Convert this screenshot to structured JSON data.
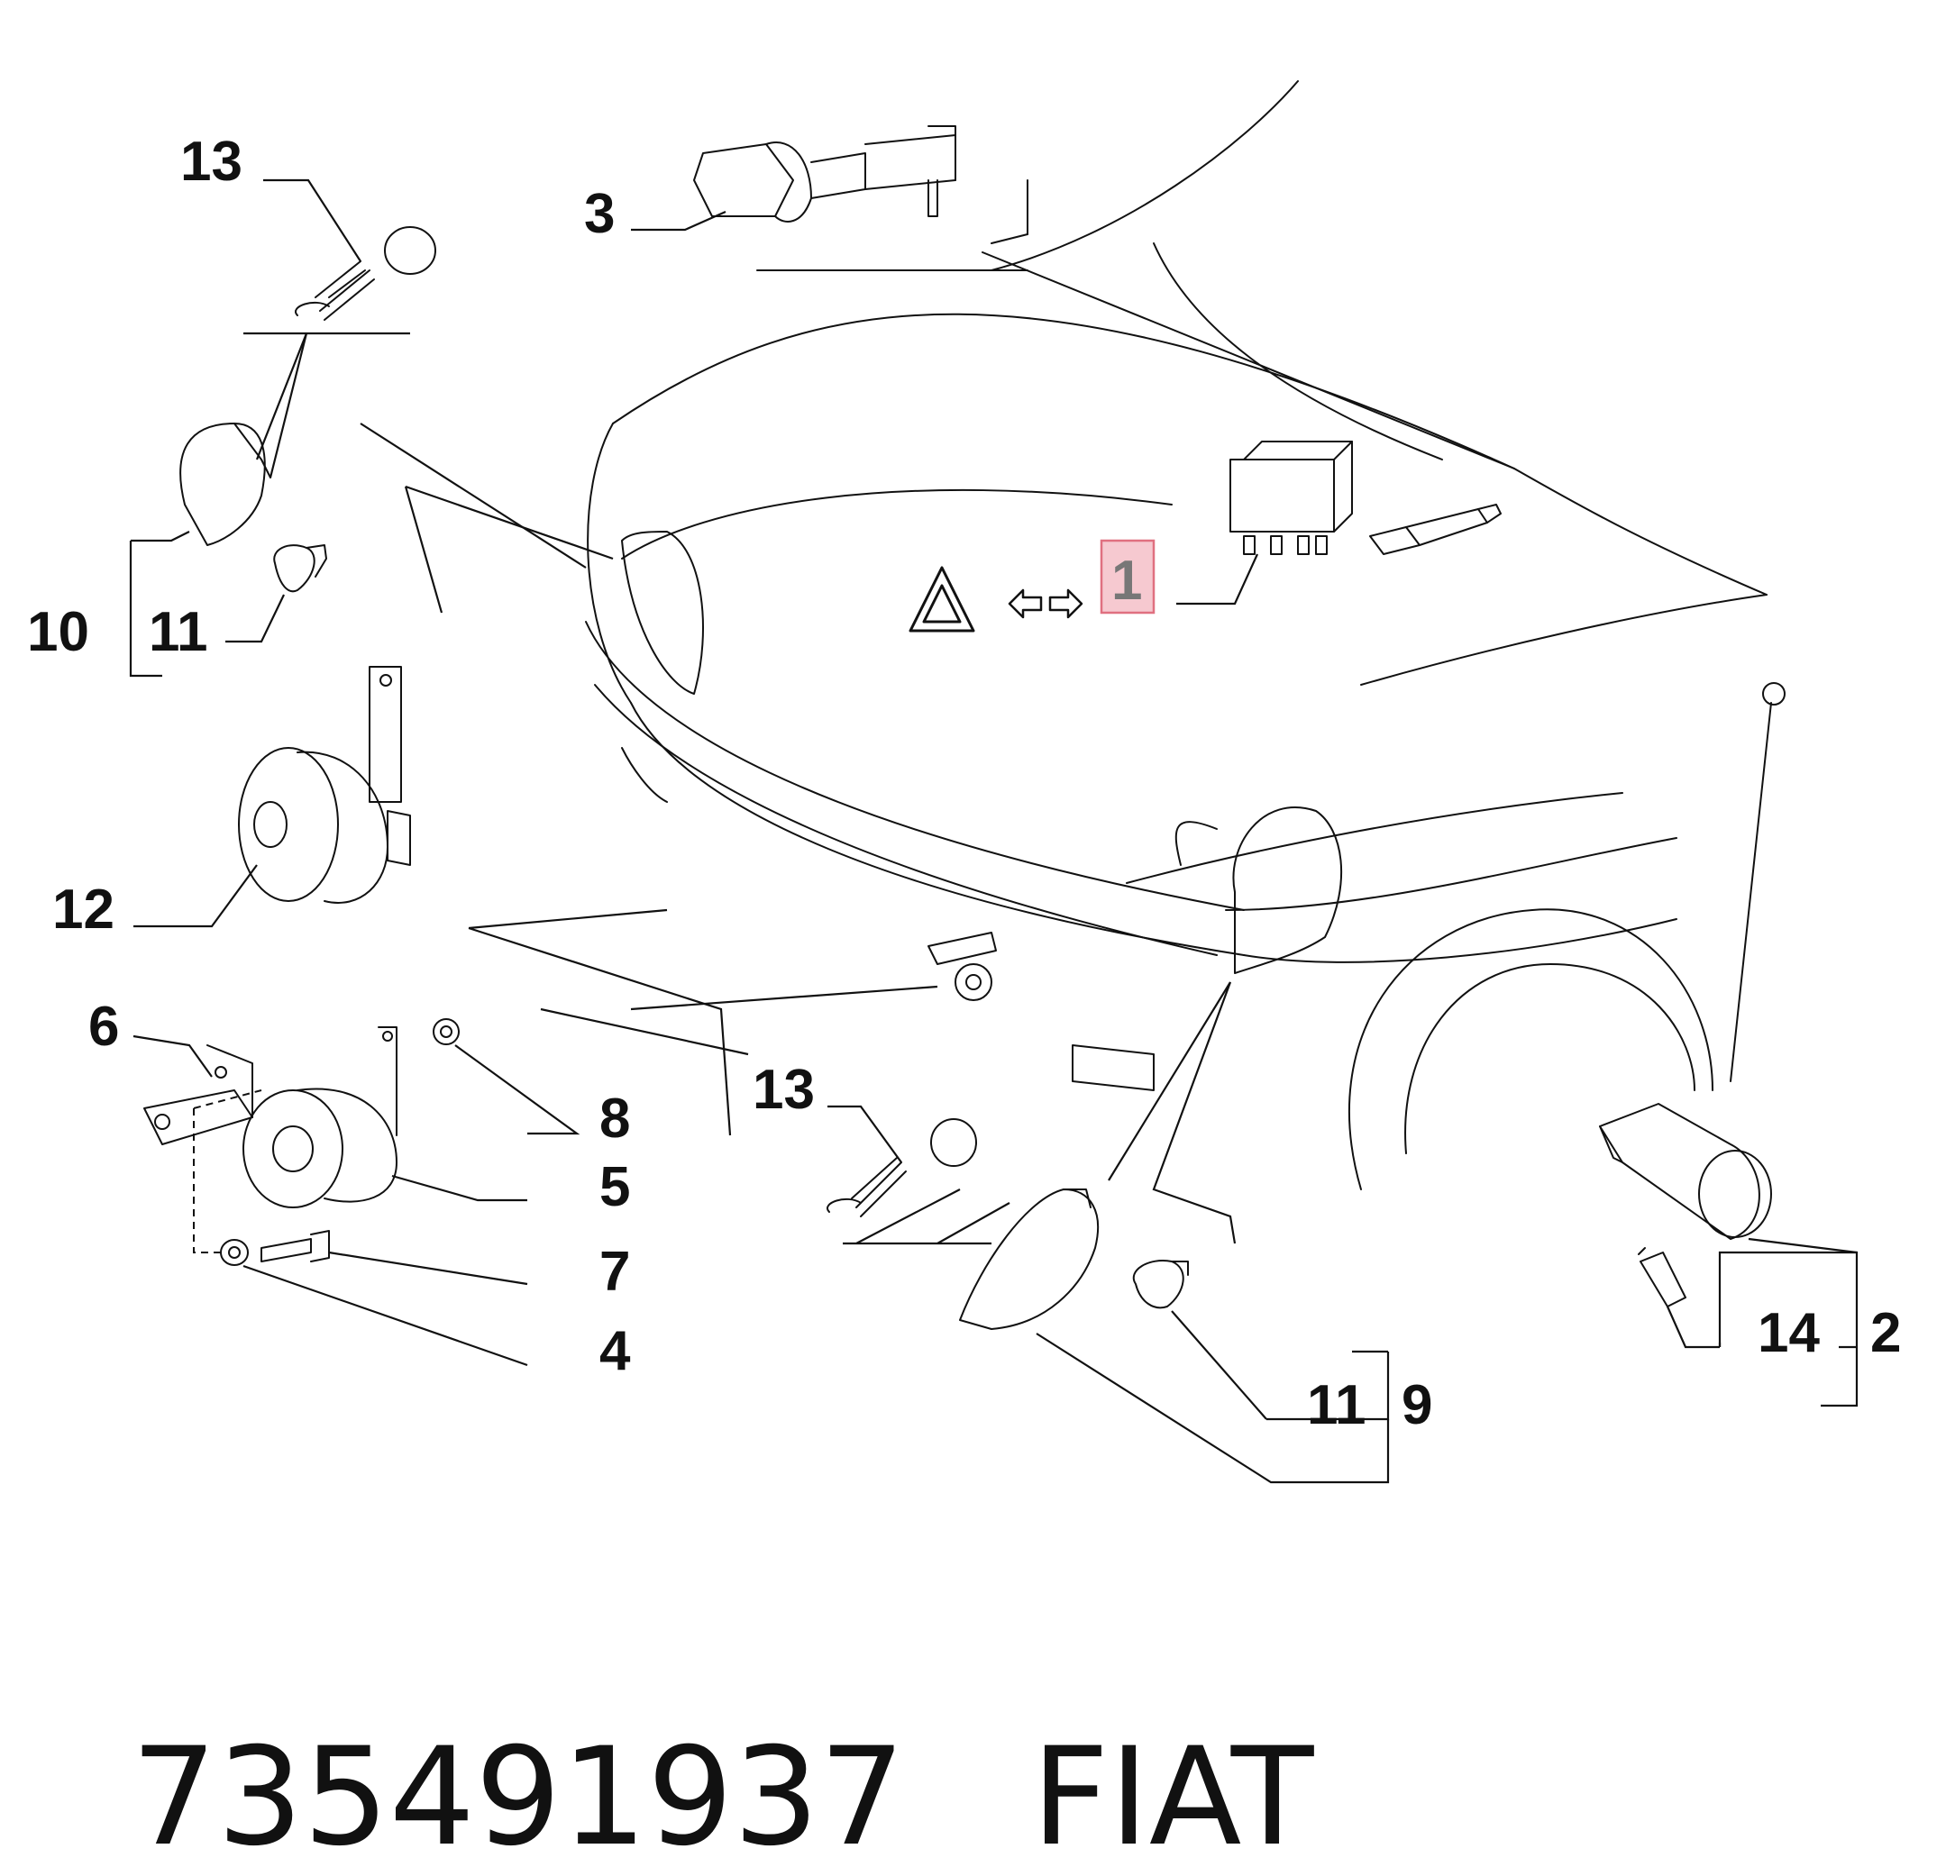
{
  "callouts": {
    "c13_top": "13",
    "c3": "3",
    "c10": "10",
    "c11_left": "11",
    "c12": "12",
    "c6": "6",
    "c8": "8",
    "c5": "5",
    "c7": "7",
    "c4": "4",
    "c13_mid": "13",
    "c11_bottom": "11",
    "c9": "9",
    "c14": "14",
    "c2": "2",
    "c1": "1"
  },
  "footer": {
    "part_number": "735491937",
    "brand": "FIAT"
  },
  "colors": {
    "line": "#111111",
    "highlight_box": "#e07080",
    "highlight_fill": "#f6c9d0"
  }
}
